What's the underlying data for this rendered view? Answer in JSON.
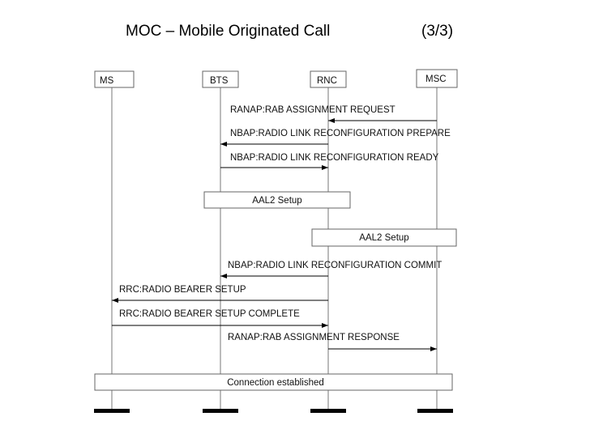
{
  "header": {
    "title": "MOC – Mobile Originated Call",
    "page": "(3/3)"
  },
  "entities": [
    {
      "id": "ms",
      "label": "MS"
    },
    {
      "id": "bts",
      "label": "BTS"
    },
    {
      "id": "rnc",
      "label": "RNC"
    },
    {
      "id": "msc",
      "label": "MSC"
    }
  ],
  "messages": [
    {
      "id": "rab-assignment-request",
      "label": "RANAP:RAB ASSIGNMENT REQUEST",
      "from": "msc",
      "to": "rnc"
    },
    {
      "id": "rl-reconfig-prepare",
      "label": "NBAP:RADIO LINK RECONFIGURATION PREPARE",
      "from": "rnc",
      "to": "bts"
    },
    {
      "id": "rl-reconfig-ready",
      "label": "NBAP:RADIO LINK RECONFIGURATION READY",
      "from": "bts",
      "to": "rnc"
    },
    {
      "id": "rl-reconfig-commit",
      "label": "NBAP:RADIO LINK RECONFIGURATION COMMIT",
      "from": "rnc",
      "to": "bts"
    },
    {
      "id": "rrc-rb-setup",
      "label": "RRC:RADIO BEARER SETUP",
      "from": "rnc",
      "to": "ms"
    },
    {
      "id": "rrc-rb-setup-complete",
      "label": "RRC:RADIO BEARER SETUP COMPLETE",
      "from": "ms",
      "to": "rnc"
    },
    {
      "id": "rab-assignment-response",
      "label": "RANAP:RAB ASSIGNMENT RESPONSE",
      "from": "rnc",
      "to": "msc"
    }
  ],
  "processes": [
    {
      "id": "aal2-setup-bts-rnc",
      "label": "AAL2 Setup",
      "from": "bts",
      "to": "rnc"
    },
    {
      "id": "aal2-setup-rnc-msc",
      "label": "AAL2 Setup",
      "from": "rnc",
      "to": "msc"
    },
    {
      "id": "connection-established",
      "label": "Connection established",
      "from": "ms",
      "to": "msc"
    }
  ]
}
